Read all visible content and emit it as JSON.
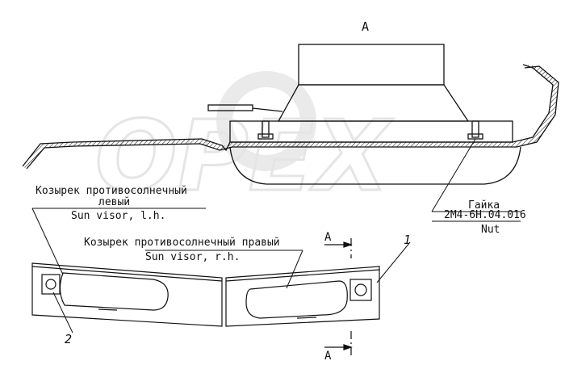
{
  "view_label": "A",
  "watermark": "OPEX",
  "labels": {
    "left_visor_ru_line1": "Козырек противосолнечный",
    "left_visor_ru_line2": "левый",
    "left_visor_en": "Sun visor, l.h.",
    "right_visor_ru": "Козырек противосолнечный правый",
    "right_visor_en": "Sun visor, r.h.",
    "nut_ru": "Гайка",
    "nut_code": "2М4-6Н.04.016",
    "nut_en": "Nut"
  },
  "section_marks": [
    "A",
    "A"
  ],
  "callouts": [
    "1",
    "2"
  ],
  "colors": {
    "line": "#111111",
    "watermark": "#d9d9d9"
  }
}
